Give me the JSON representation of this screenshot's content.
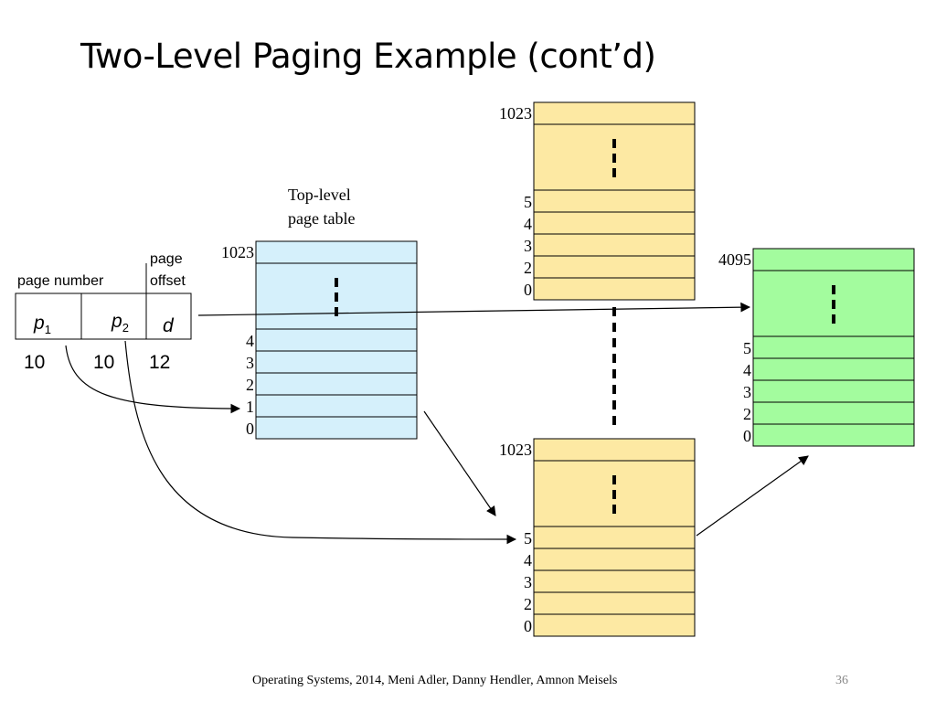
{
  "title": "Two-Level Paging Example (cont’d)",
  "colors": {
    "top_table": "#d5f0fb",
    "second_table": "#fde9a3",
    "frame": "#a3fc9e"
  },
  "address": {
    "page_number_label": "page number",
    "page_offset_label_1": "page",
    "page_offset_label_2": "offset",
    "p1_base": "p",
    "p1_sub": "1",
    "p2_base": "p",
    "p2_sub": "2",
    "d_label": "d",
    "bits": [
      "10",
      "10",
      "12"
    ]
  },
  "top_level_table": {
    "caption_line1": "Top-level",
    "caption_line2": "page table",
    "top_index": "1023",
    "indices": [
      "4",
      "3",
      "2",
      "1",
      "0"
    ]
  },
  "second_table_upper": {
    "top_index": "1023",
    "indices": [
      "5",
      "4",
      "3",
      "2",
      "0"
    ]
  },
  "second_table_lower": {
    "top_index": "1023",
    "indices": [
      "5",
      "4",
      "3",
      "2",
      "0"
    ]
  },
  "frame": {
    "top_index": "4095",
    "indices": [
      "5",
      "4",
      "3",
      "2",
      "0"
    ]
  },
  "footer": {
    "credit": "Operating Systems, 2014, Meni Adler, Danny Hendler, Amnon Meisels",
    "page_number": "36"
  }
}
